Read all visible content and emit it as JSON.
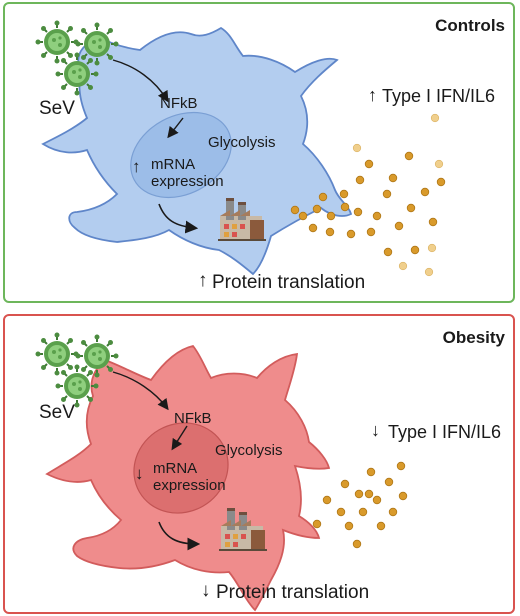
{
  "panels": {
    "controls": {
      "title": "Controls",
      "virus_label": "SeV",
      "nfkb": "NFkB",
      "glycolysis": "Glycolysis",
      "mrna_line1": "mRNA",
      "mrna_line2": "expression",
      "cytokine_arrow": "↑",
      "cytokine_label": "Type I IFN/IL6",
      "mrna_arrow": "↑",
      "protein_arrow": "↑",
      "protein_label": "Protein translation",
      "frame_color": "#6db65b",
      "cell_color": "#b3cdef",
      "cell_edge": "#5f86c9"
    },
    "obesity": {
      "title": "Obesity",
      "virus_label": "SeV",
      "nfkb": "NFkB",
      "glycolysis": "Glycolysis",
      "mrna_line1": "mRNA",
      "mrna_line2": "expression",
      "cytokine_arrow": "↓",
      "cytokine_label": "Type I IFN/IL6",
      "mrna_arrow": "↓",
      "protein_arrow": "↓",
      "protein_label": "Protein translation",
      "frame_color": "#d9534f",
      "cell_color": "#ef8c8c",
      "cell_edge": "#d25c5c"
    }
  },
  "icons": [
    "virus-icon",
    "factory-icon",
    "cytokine-particle"
  ]
}
